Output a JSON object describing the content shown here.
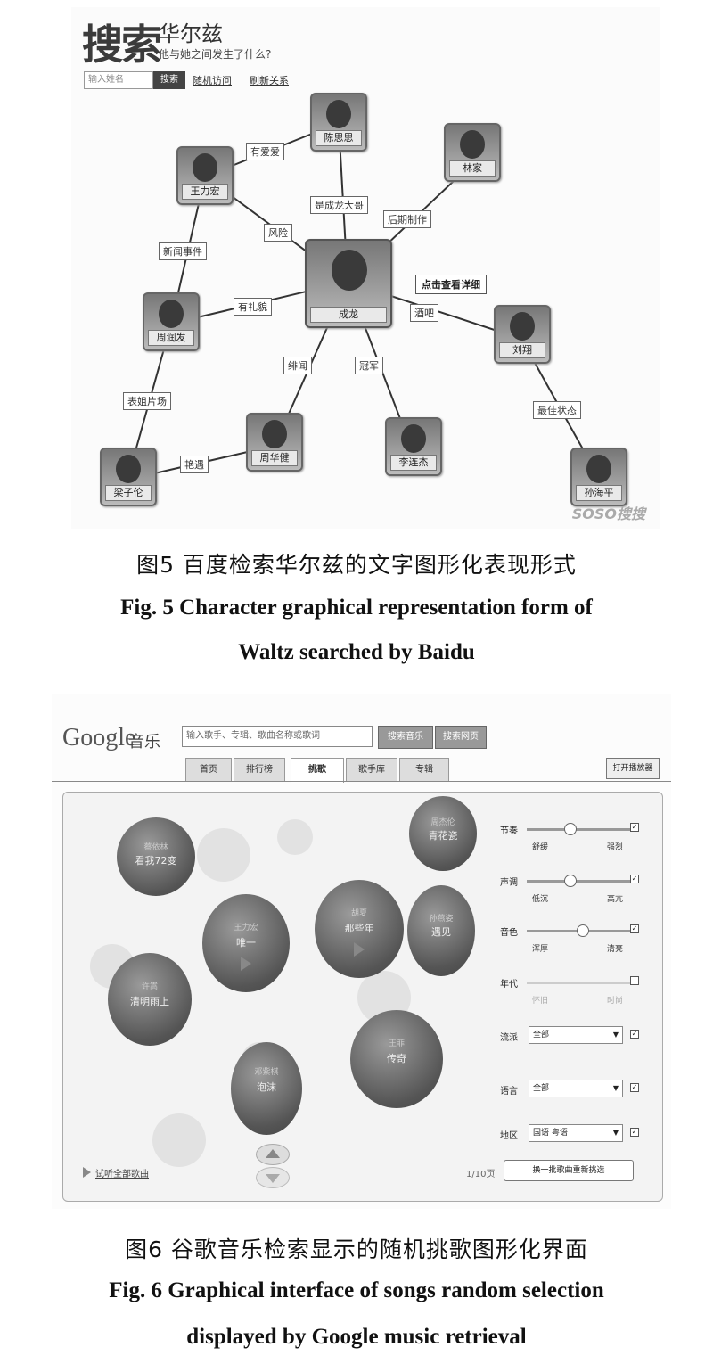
{
  "fig5": {
    "logo_big": "搜索",
    "logo_small": "华尔兹",
    "logo_sub": "他与她之间发生了什么?",
    "search_placeholder": "输入姓名",
    "search_button": "搜索",
    "link_random": "随机访问",
    "link_refresh": "刷新关系",
    "nodes": {
      "center": "成龙",
      "top": "陈思思",
      "upper_left": "王力宏",
      "upper_right": "林家",
      "left": "周润发",
      "right": "刘翔",
      "bottom_left_far": "梁子伦",
      "bottom_left": "周华健",
      "bottom_mid": "李连杰",
      "bottom_right": "孙海平"
    },
    "edges": {
      "top_left": "有爱爱",
      "top_center": "是成龙大哥",
      "upper_right": "后期制作",
      "left_upper": "新闻事件",
      "left_center": "风险",
      "left_mid": "有礼貌",
      "left_lower": "表姐片场",
      "bottom_left": "绯闻",
      "bottom_lower": "艳遇",
      "bottom_mid": "冠军",
      "right": "酒吧",
      "right_lower": "最佳状态"
    },
    "tooltip": "点击查看详细",
    "watermark": "SOSO搜搜"
  },
  "caption5": {
    "cn": "图5 百度检索华尔兹的文字图形化表现形式",
    "en1": "Fig. 5  Character graphical representation form of",
    "en2": "Waltz searched by Baidu"
  },
  "fig6": {
    "logo": "Google",
    "music": "音乐",
    "input_placeholder": "输入歌手、专辑、歌曲名称或歌词",
    "btn_search_music": "搜索音乐",
    "btn_search_web": "搜索网页",
    "tabs": [
      "首页",
      "排行榜",
      "挑歌",
      "歌手库",
      "专辑"
    ],
    "open_player": "打开播放器",
    "bubbles": [
      {
        "artist": "蔡依林",
        "title": "看我72变"
      },
      {
        "artist": "周杰伦",
        "title": "青花瓷"
      },
      {
        "artist": "王力宏",
        "title": "唯一"
      },
      {
        "artist": "胡夏",
        "title": "那些年"
      },
      {
        "artist": "孙燕姿",
        "title": "遇见"
      },
      {
        "artist": "许嵩",
        "title": "清明雨上"
      },
      {
        "artist": "王菲",
        "title": "传奇"
      },
      {
        "artist": "邓紫棋",
        "title": "泡沫"
      }
    ],
    "controls": {
      "tempo": "节奏",
      "tempo_lo": "舒缓",
      "tempo_hi": "强烈",
      "voice": "声调",
      "voice_lo": "低沉",
      "voice_hi": "高亢",
      "timbre": "音色",
      "timbre_lo": "浑厚",
      "timbre_hi": "清亮",
      "era": "年代",
      "era_lo": "怀旧",
      "era_hi": "时尚",
      "genre": "流派",
      "genre_val": "全部",
      "lyric": "语言",
      "lyric_val": "全部",
      "lang": "地区",
      "lang_val": "国语 粤语"
    },
    "play_list": "试听全部歌曲",
    "count": "1/10页",
    "bottom_btn": "换一批歌曲重新挑选"
  },
  "caption6": {
    "cn": "图6 谷歌音乐检索显示的随机挑歌图形化界面",
    "en1": "Fig. 6  Graphical interface of songs random selection",
    "en2": "displayed by Google music retrieval"
  }
}
